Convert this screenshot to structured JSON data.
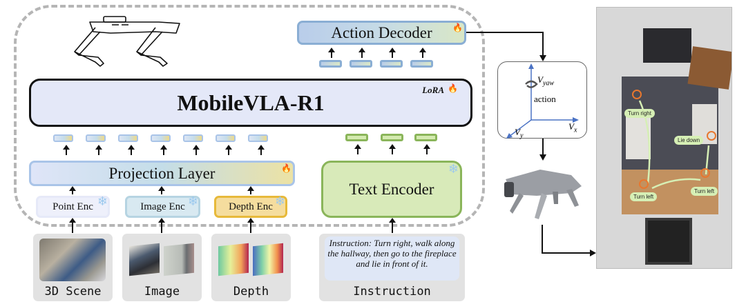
{
  "title": "MobileVLA-R1 architecture overview",
  "modules": {
    "action_decoder": "Action Decoder",
    "main_model": "MobileVLA-R1",
    "lora_tag": "LoRA",
    "projection_layer": "Projection Layer",
    "text_encoder": "Text Encoder",
    "point_encoder": "Point Enc",
    "image_encoder": "Image Enc",
    "depth_encoder": "Depth Enc"
  },
  "training_status": {
    "action_decoder": "trainable",
    "main_model": "lora-trainable",
    "projection_layer": "trainable",
    "text_encoder": "frozen",
    "point_encoder": "frozen",
    "image_encoder": "frozen",
    "depth_encoder": "frozen"
  },
  "inputs": {
    "scene_label": "3D Scene",
    "image_label": "Image",
    "depth_label": "Depth",
    "instruction_label": "Instruction",
    "instruction_text": "Instruction: Turn right, walk along the hallway, then go to the fireplace and lie in front of it."
  },
  "tokens": {
    "projection_count": 7,
    "text_count": 3,
    "action_count": 4
  },
  "action_space": {
    "label": "action",
    "v_yaw": "V",
    "v_yaw_sub": "yaw",
    "v_x": "V",
    "v_x_sub": "x",
    "v_y": "V",
    "v_y_sub": "y"
  },
  "trajectory": {
    "labels": [
      "Turn right",
      "Lie down",
      "Turn left",
      "Turn left"
    ]
  },
  "colors": {
    "axis": "#4a72c4",
    "waypoint": "#e8772e",
    "path": "#d6efb5",
    "flame": "#e8541e",
    "snowflake": "#9cc9ee"
  }
}
